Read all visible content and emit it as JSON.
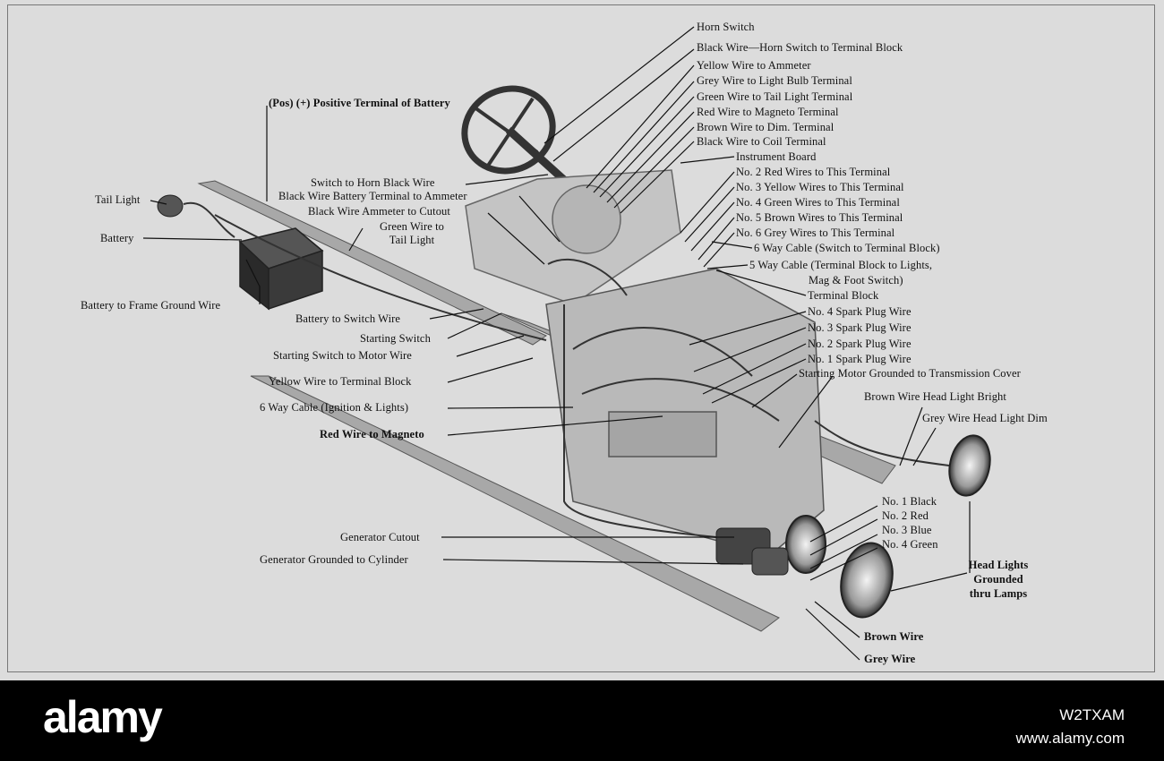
{
  "labels": {
    "horn_switch": "Horn Switch",
    "black_wire_horn": "Black Wire—Horn Switch to Terminal Block",
    "yellow_ammeter": "Yellow Wire to Ammeter",
    "grey_light_bulb": "Grey Wire to Light Bulb Terminal",
    "green_tail_light_terminal": "Green Wire to Tail Light Terminal",
    "red_magneto_terminal": "Red Wire to Magneto Terminal",
    "brown_dim": "Brown Wire to Dim. Terminal",
    "black_coil": "Black Wire to Coil Terminal",
    "instrument_board": "Instrument Board",
    "no2_red": "No. 2 Red Wires to This Terminal",
    "no3_yellow": "No. 3 Yellow Wires to This Terminal",
    "no4_green": "No. 4 Green Wires to This Terminal",
    "no5_brown": "No. 5 Brown Wires to This Terminal",
    "no6_grey": "No. 6 Grey Wires to This Terminal",
    "six_way_switch": "6 Way Cable (Switch to Terminal Block)",
    "five_way_1": "5 Way Cable (Terminal Block to Lights,",
    "five_way_2": "Mag & Foot Switch)",
    "terminal_block": "Terminal Block",
    "spark4": "No. 4 Spark Plug Wire",
    "spark3": "No. 3 Spark Plug Wire",
    "spark2": "No. 2 Spark Plug Wire",
    "spark1": "No. 1 Spark Plug Wire",
    "starting_motor_grounded": "Starting Motor Grounded to Transmission Cover",
    "brown_head_bright": "Brown Wire Head Light Bright",
    "grey_head_dim": "Grey Wire Head Light Dim",
    "no1_black": "No. 1 Black",
    "no2_red_short": "No. 2 Red",
    "no3_blue": "No. 3 Blue",
    "no4_green_short": "No. 4 Green",
    "head_lights_1": "Head Lights",
    "head_lights_2": "Grounded",
    "head_lights_3": "thru Lamps",
    "brown_wire": "Brown Wire",
    "grey_wire": "Grey Wire",
    "pos_terminal": "(Pos) (+) Positive Terminal of Battery",
    "tail_light": "Tail Light",
    "battery": "Battery",
    "battery_frame_ground": "Battery to Frame Ground Wire",
    "switch_horn_black": "Switch to Horn Black Wire",
    "black_battery_ammeter": "Black Wire Battery Terminal to Ammeter",
    "black_ammeter_cutout": "Black Wire Ammeter to Cutout",
    "green_tail_1": "Green Wire to",
    "green_tail_2": "Tail Light",
    "battery_switch": "Battery to Switch Wire",
    "starting_switch": "Starting Switch",
    "starting_switch_motor": "Starting Switch to Motor Wire",
    "yellow_terminal_block": "Yellow Wire to Terminal Block",
    "six_way_ignition": "6 Way Cable (Ignition & Lights)",
    "red_magneto": "Red Wire to Magneto",
    "generator_cutout": "Generator Cutout",
    "generator_grounded": "Generator Grounded to Cylinder"
  },
  "footer": {
    "brand": "alamy",
    "image_id": "W2TXAM",
    "site": "www.alamy.com"
  },
  "colors": {
    "paper": "#dcdcdc",
    "ink": "#111111",
    "footer": "#000000"
  }
}
